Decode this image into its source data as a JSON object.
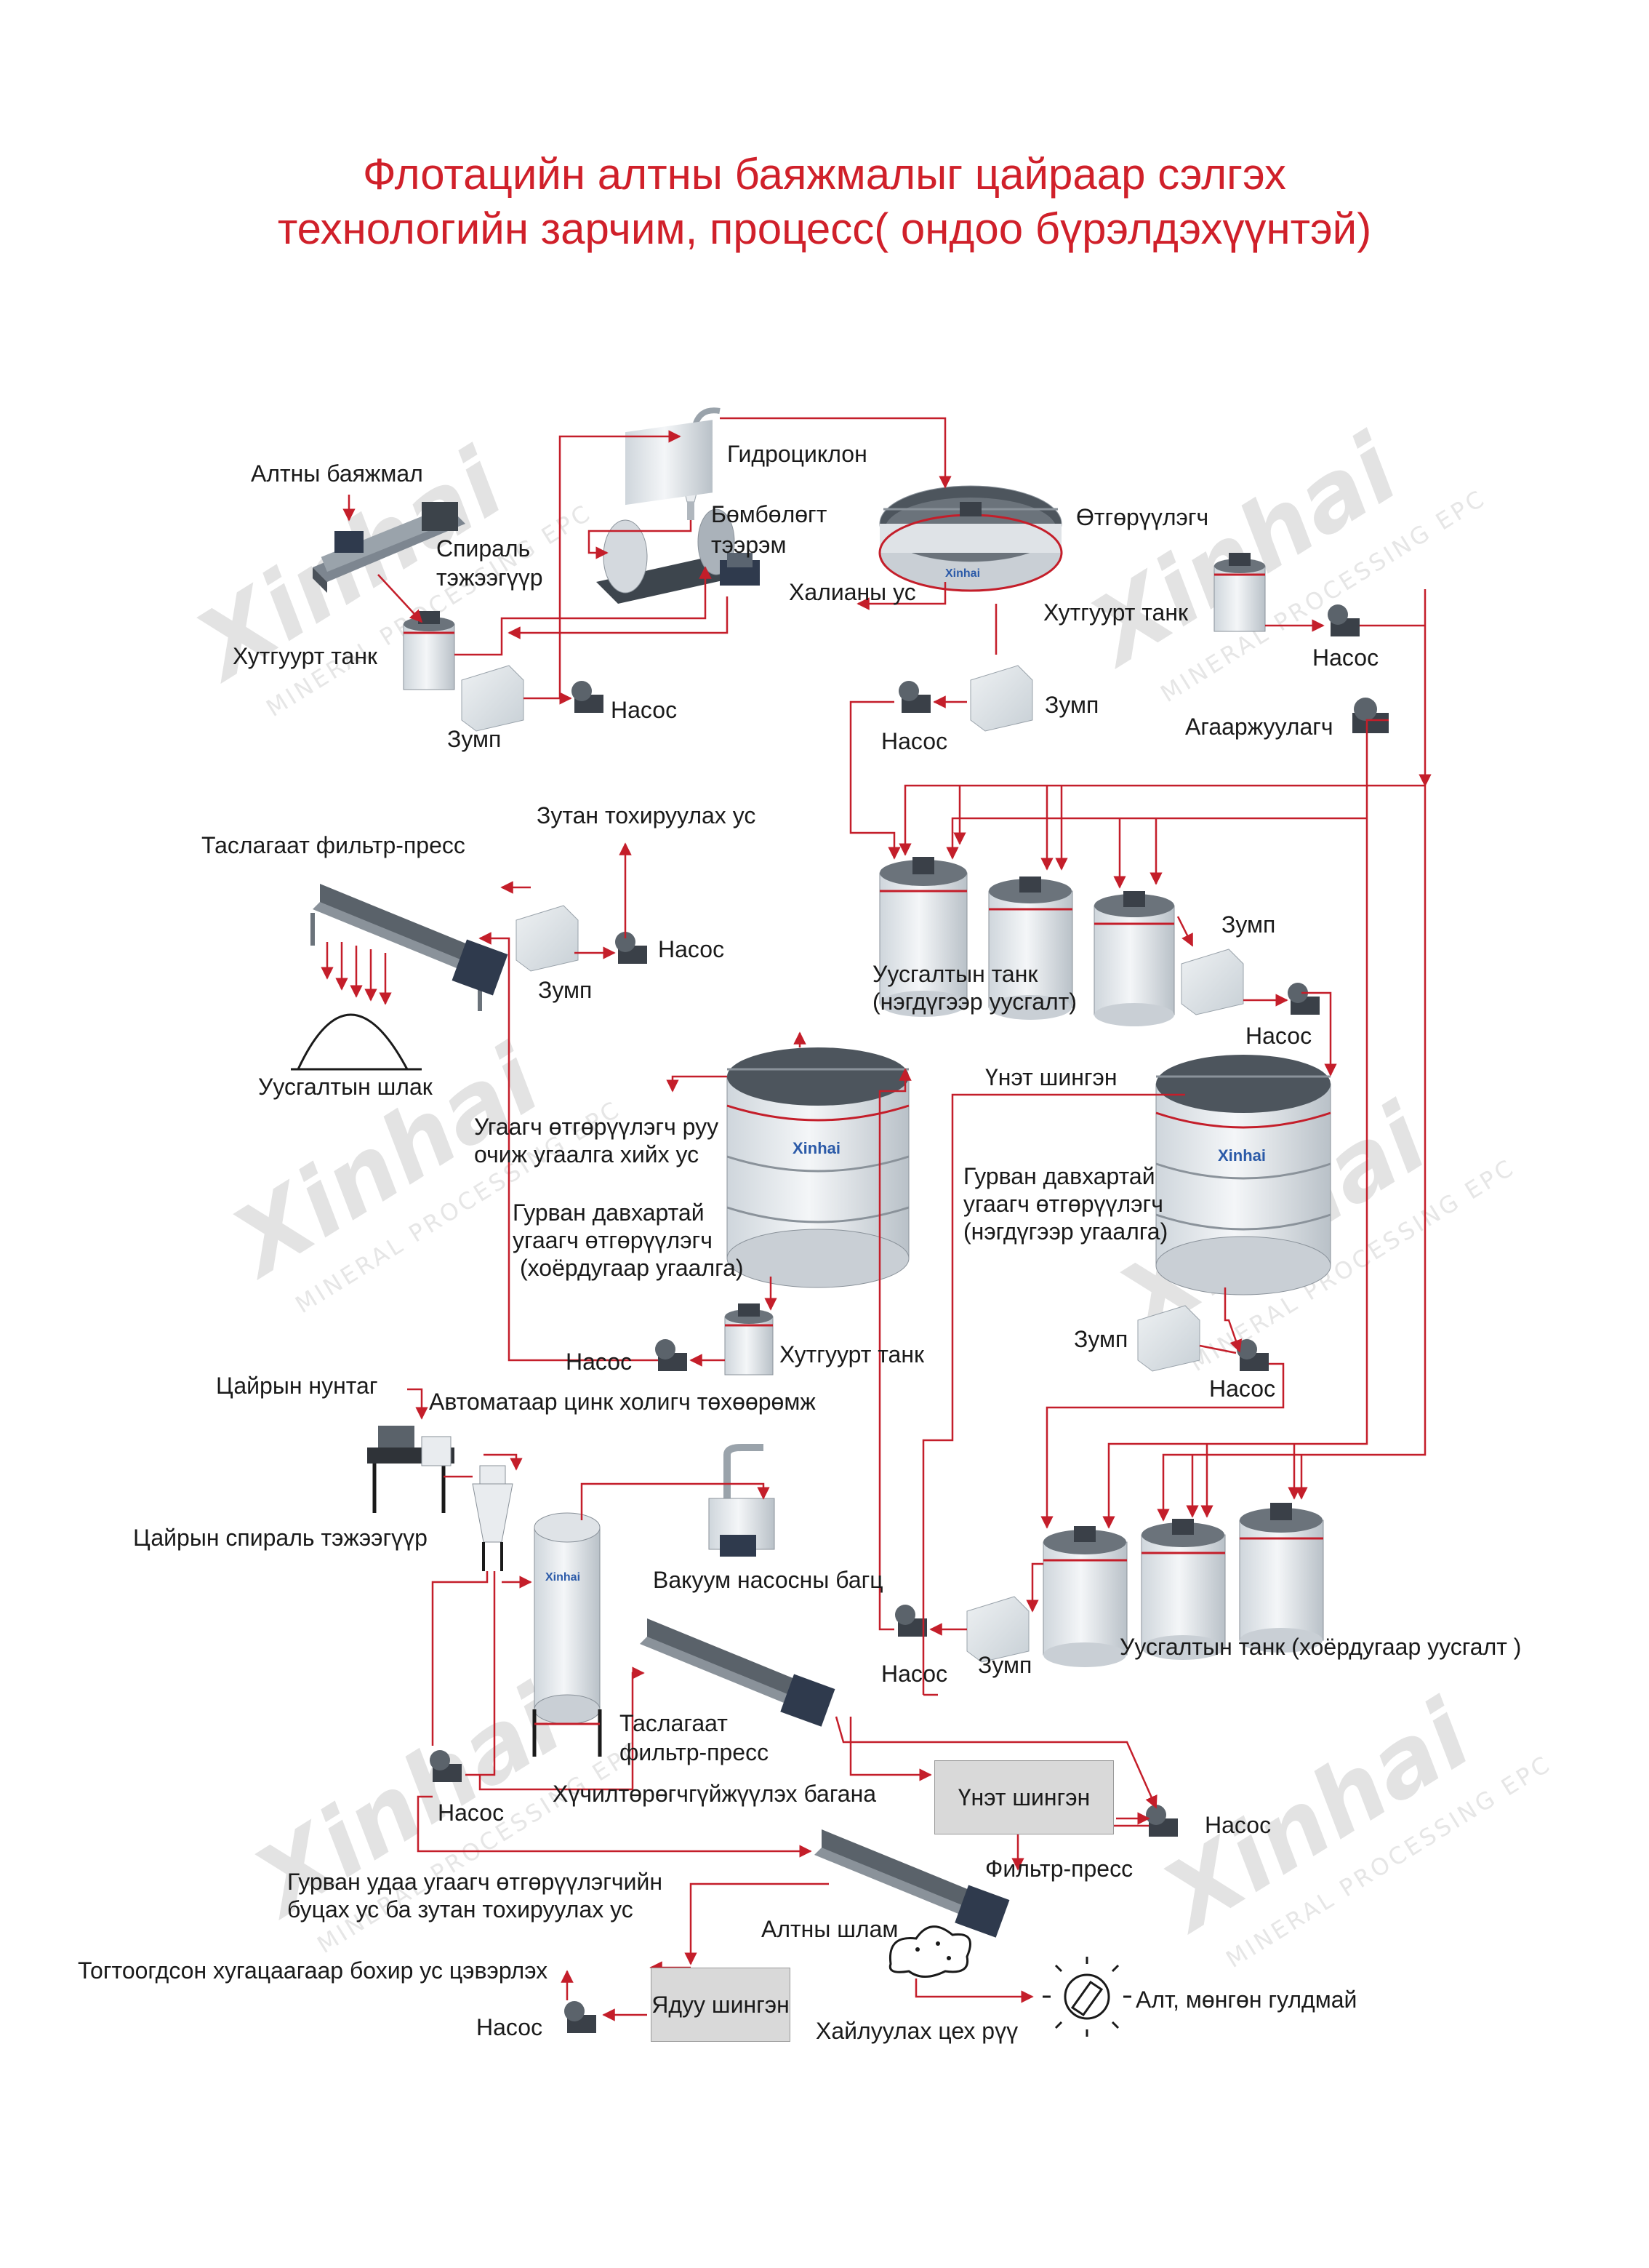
{
  "title": {
    "line1": "Флотацийн алтны баяжмалыг цайраар сэлгэх",
    "line2": "технологийн зарчим, процесс( ондоо бүрэлдэхүүнтэй)"
  },
  "watermark": {
    "brand": "Xinhai",
    "sub": "MINERAL PROCESSING EPC"
  },
  "colors": {
    "title": "#d0202a",
    "line": "#c41e2a",
    "box": "#d9d9d9"
  },
  "labels": {
    "gold_concentrate": "Алтны баяжмал",
    "spiral_feeder_1": "Спираль",
    "spiral_feeder_2": "тэжээгүүр",
    "hydrocyclone": "Гидроциклон",
    "ball_mill_1": "Бөмбөлөгт",
    "ball_mill_2": "тээрэм",
    "thickener": "Өтгөрүүлэгч",
    "overflow_water": "Халианы ус",
    "agitation_tank_1": "Хутгуурт танк",
    "sump_1": "Зумп",
    "pump_1": "Насос",
    "agitation_tank_2": "Хутгуурт танк",
    "pump_2": "Насос",
    "sump_2": "Зумп",
    "pump_3": "Насос",
    "aerator": "Агааржуулагч",
    "filter_press_1": "Таслагаат фильтр-пресс",
    "cyanide_water": "Зутан тохируулах ус",
    "pump_4": "Насос",
    "sump_3": "Зумп",
    "leach_residue": "Уусгалтын шлак",
    "leach_tank_1a": "Уусгалтын танк",
    "leach_tank_1b": "(нэгдүгээр уусгалт)",
    "sump_4": "Зумп",
    "pump_5": "Насос",
    "pregnant_1": "Үнэт шингэн",
    "wash_text_1": "Угаагч өтгөрүүлэгч руу",
    "wash_text_2": "очиж угаалга хийх ус",
    "ccd2_1": "Гурван давхартай",
    "ccd2_2": "угаагч өтгөрүүлэгч",
    "ccd2_3": "(хоёрдугаар угаалга)",
    "ccd1_1": "Гурван давхартай",
    "ccd1_2": "угаагч өтгөрүүлэгч",
    "ccd1_3": "(нэгдүгээр угаалга)",
    "pump_6": "Насос",
    "agitation_tank_3": "Хутгуурт танк",
    "sump_5": "Зумп",
    "pump_7": "Насос",
    "zinc_powder": "Цайрын нунтаг",
    "zinc_mixer": "Автоматаар цинк холигч төхөөрөмж",
    "zinc_feeder": "Цайрын спираль тэжээгүүр",
    "vacuum_pump": "Вакуум насосны багц",
    "pump_8": "Насос",
    "sump_6": "Зумп",
    "leach_tank_2": "Уусгалтын танк (хоёрдугаар уусгалт )",
    "filter_press_2a": "Таслагаат",
    "filter_press_2b": "фильтр-пресс",
    "deaeration": "Хүчилтөрөгчгүйжүүлэх багана",
    "pump_9": "Насос",
    "pregnant_box": "Үнэт шингэн",
    "pump_10": "Насос",
    "return_1": "Гурван удаа угаагч өтгөрүүлэгчийн",
    "return_2": "буцах ус ба зутан тохируулах ус",
    "filter_press_3": "Фильтр-пресс",
    "gold_mud": "Алтны шлам",
    "discharge": "Тогтоогдсон хугацаагаар бохир ус цэвэрлэх",
    "barren_box": "Ядуу шингэн",
    "pump_11": "Насос",
    "smelting": "Хайлуулах цех рүү",
    "bullion": "Алт, мөнгөн гулдмай",
    "xinhai_logo": "Xinhai"
  }
}
